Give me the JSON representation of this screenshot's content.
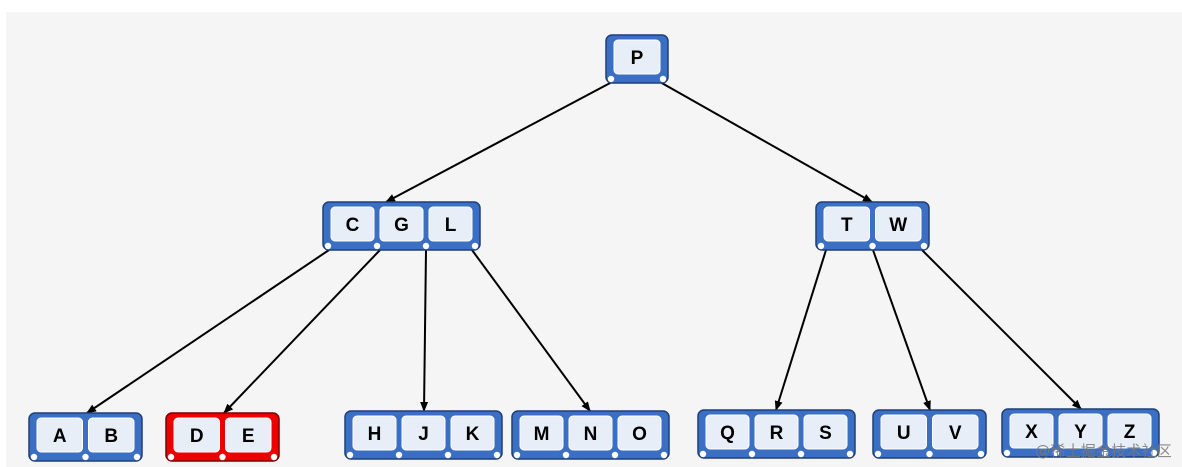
{
  "colors": {
    "node_fill": "#3a6fc4",
    "node_stroke": "#1f3f7a",
    "highlight_fill": "#ee0000",
    "key_fill": "#e8eef8",
    "edge": "#000000",
    "canvas": "#f5f5f5"
  },
  "tree": {
    "root": {
      "id": "n-p",
      "keys": [
        "P"
      ],
      "highlighted": false
    },
    "level1": [
      {
        "id": "n-cgl",
        "keys": [
          "C",
          "G",
          "L"
        ],
        "highlighted": false
      },
      {
        "id": "n-tw",
        "keys": [
          "T",
          "W"
        ],
        "highlighted": false
      }
    ],
    "leaves": [
      {
        "id": "n-ab",
        "keys": [
          "A",
          "B"
        ],
        "highlighted": false
      },
      {
        "id": "n-de",
        "keys": [
          "D",
          "E"
        ],
        "highlighted": true
      },
      {
        "id": "n-hjk",
        "keys": [
          "H",
          "J",
          "K"
        ],
        "highlighted": false
      },
      {
        "id": "n-mno",
        "keys": [
          "M",
          "N",
          "O"
        ],
        "highlighted": false
      },
      {
        "id": "n-qrs",
        "keys": [
          "Q",
          "R",
          "S"
        ],
        "highlighted": false
      },
      {
        "id": "n-uv",
        "keys": [
          "U",
          "V"
        ],
        "highlighted": false
      },
      {
        "id": "n-xyz",
        "keys": [
          "X",
          "Y",
          "Z"
        ],
        "highlighted": false
      }
    ],
    "edges": [
      [
        "n-p",
        "n-cgl"
      ],
      [
        "n-p",
        "n-tw"
      ],
      [
        "n-cgl",
        "n-ab"
      ],
      [
        "n-cgl",
        "n-de"
      ],
      [
        "n-cgl",
        "n-hjk"
      ],
      [
        "n-cgl",
        "n-mno"
      ],
      [
        "n-tw",
        "n-qrs"
      ],
      [
        "n-tw",
        "n-uv"
      ],
      [
        "n-tw",
        "n-xyz"
      ]
    ]
  },
  "watermark": "@稀土掘金技术社区"
}
